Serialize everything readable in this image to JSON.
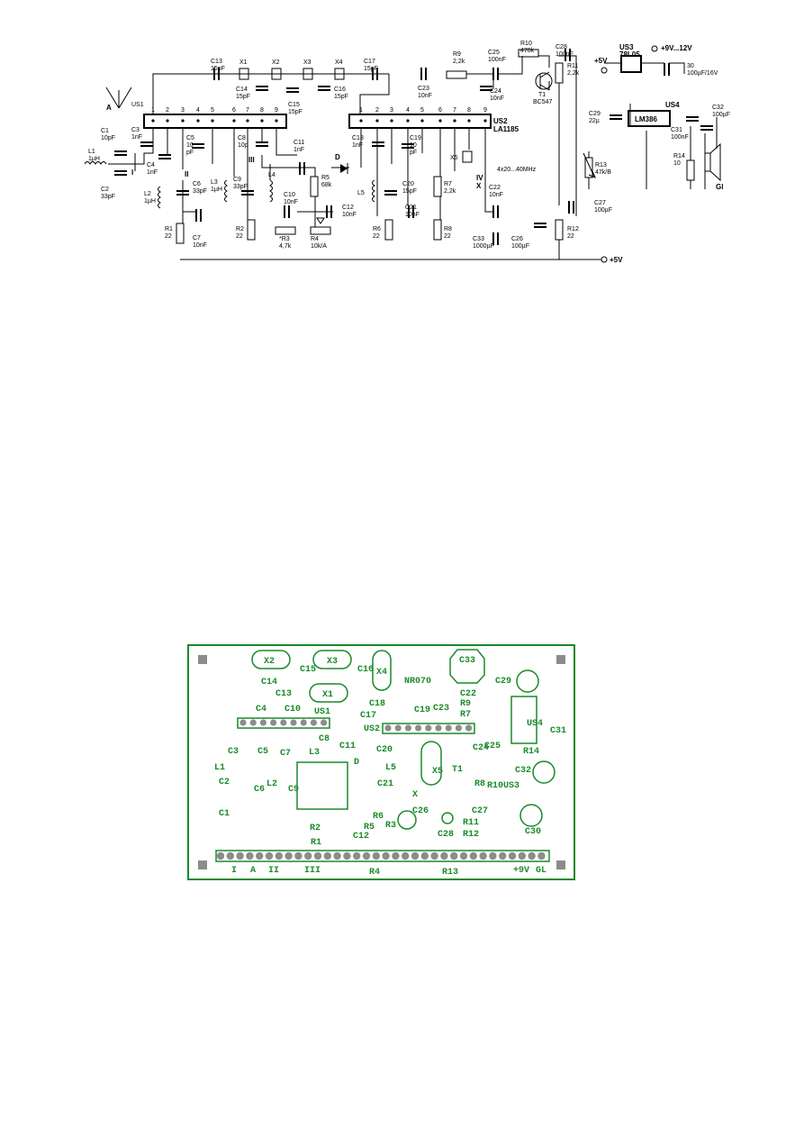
{
  "colors": {
    "pcb_green": "#1a8a2a",
    "pad_grey": "#8c8c8c",
    "ink": "#000000"
  },
  "schematic": {
    "ics": [
      {
        "ref": "US1",
        "pins": [
          "1",
          "2",
          "3",
          "4",
          "5",
          "6",
          "7",
          "8",
          "9"
        ]
      },
      {
        "ref": "US2",
        "part": "LA1185",
        "pins": [
          "1",
          "2",
          "3",
          "4",
          "5",
          "6",
          "7",
          "8",
          "9"
        ]
      },
      {
        "ref": "US3",
        "part": "78L05"
      },
      {
        "ref": "US4",
        "part": "LM386"
      }
    ],
    "crystals": [
      "X1",
      "X2",
      "X3",
      "X4",
      "X5"
    ],
    "xtal_note": "4x20...40MHz",
    "transistor": {
      "ref": "T1",
      "part": "BC547"
    },
    "diode": "D",
    "antenna": "A",
    "speaker": "Gl",
    "supply": {
      "plus5_a": "+5V",
      "plus5_b": "+5V",
      "vin": "+9V...12V"
    },
    "points": [
      "I",
      "II",
      "III",
      "IV",
      "X"
    ],
    "components": [
      {
        "ref": "C1",
        "val": "10pF"
      },
      {
        "ref": "C2",
        "val": "33pF"
      },
      {
        "ref": "C3",
        "val": "1nF"
      },
      {
        "ref": "C4",
        "val": "1nF"
      },
      {
        "ref": "C5",
        "val": "10"
      },
      {
        "ref": "C5b",
        "val": "pF"
      },
      {
        "ref": "C6",
        "val": "33pF"
      },
      {
        "ref": "C7",
        "val": "10nF"
      },
      {
        "ref": "C8",
        "val": "10p"
      },
      {
        "ref": "C9",
        "val": "33pF"
      },
      {
        "ref": "C10",
        "val": "10nF"
      },
      {
        "ref": "C11",
        "val": "1nF"
      },
      {
        "ref": "C12",
        "val": "10nF"
      },
      {
        "ref": "C13",
        "val": "15pF"
      },
      {
        "ref": "C14",
        "val": "15pF"
      },
      {
        "ref": "C15",
        "val": "15pF"
      },
      {
        "ref": "C16",
        "val": "15pF"
      },
      {
        "ref": "C17",
        "val": "15pF"
      },
      {
        "ref": "C18",
        "val": "1nF"
      },
      {
        "ref": "C19",
        "val": "10"
      },
      {
        "ref": "C19b",
        "val": "pF"
      },
      {
        "ref": "C20",
        "val": "15pF"
      },
      {
        "ref": "C21",
        "val": "10nF"
      },
      {
        "ref": "C22",
        "val": "10nF"
      },
      {
        "ref": "C23",
        "val": "10nF"
      },
      {
        "ref": "C24",
        "val": "10nF"
      },
      {
        "ref": "C25",
        "val": "100nF"
      },
      {
        "ref": "C26",
        "val": "100µF"
      },
      {
        "ref": "C27",
        "val": "100µF"
      },
      {
        "ref": "C28",
        "val": "100nF"
      },
      {
        "ref": "C29",
        "val": "22µ"
      },
      {
        "ref": "30",
        "val": "100µF/16V"
      },
      {
        "ref": "C31",
        "val": "100nF"
      },
      {
        "ref": "C32",
        "val": "100µF"
      },
      {
        "ref": "C33",
        "val": "1000µF"
      },
      {
        "ref": "L1",
        "val": "1µH"
      },
      {
        "ref": "L2",
        "val": "1µH"
      },
      {
        "ref": "L3",
        "val": "1µH"
      },
      {
        "ref": "L4",
        "val": ""
      },
      {
        "ref": "L5",
        "val": ""
      },
      {
        "ref": "R1",
        "val": "22"
      },
      {
        "ref": "R2",
        "val": "22"
      },
      {
        "ref": "*R3",
        "val": "4,7k"
      },
      {
        "ref": "R4",
        "val": "10k/A"
      },
      {
        "ref": "R5",
        "val": "68k"
      },
      {
        "ref": "R6",
        "val": "22"
      },
      {
        "ref": "R7",
        "val": "2,2k"
      },
      {
        "ref": "R8",
        "val": "22"
      },
      {
        "ref": "R9",
        "val": "2,2k"
      },
      {
        "ref": "R10",
        "val": "470k"
      },
      {
        "ref": "R11",
        "val": "2,2k"
      },
      {
        "ref": "R12",
        "val": "22"
      },
      {
        "ref": "R13",
        "val": "47k/B"
      },
      {
        "ref": "R14",
        "val": "10"
      }
    ]
  },
  "pcb": {
    "title": "NR070",
    "labels": [
      "X2",
      "X3",
      "X1",
      "X4",
      "C15",
      "C16",
      "C14",
      "C13",
      "C4",
      "C10",
      "C18",
      "C17",
      "C19",
      "C23",
      "C22",
      "C33",
      "C29",
      "R9",
      "R7",
      "US1",
      "US2",
      "C8",
      "C11",
      "C3",
      "C5",
      "C7",
      "L3",
      "C20",
      "C24",
      "C25",
      "C31",
      "US4",
      "R14",
      "L1",
      "L5",
      "X5",
      "T1",
      "R8",
      "R10",
      "C2",
      "C6",
      "L2",
      "C9",
      "D",
      "C21",
      "C32",
      "US3",
      "C1",
      "R5",
      "R6",
      "R3",
      "R11",
      "R12",
      "C26",
      "C27",
      "C28",
      "C12",
      "R2",
      "R1",
      "C30",
      "X"
    ],
    "bottom_labels": [
      "I",
      "A",
      "II",
      "III",
      "R4",
      "R13",
      "+9V",
      "GL"
    ]
  }
}
